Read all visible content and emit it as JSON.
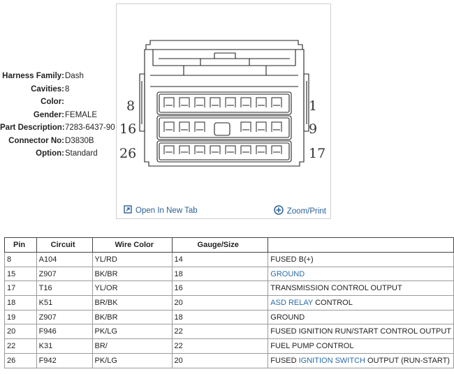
{
  "info": [
    {
      "label": "Harness Family:",
      "value": "Dash"
    },
    {
      "label": "Cavities:",
      "value": "8"
    },
    {
      "label": "Color:",
      "value": ""
    },
    {
      "label": "Gender:",
      "value": "FEMALE"
    },
    {
      "label": "Part Description:",
      "value": "7283-6437-90"
    },
    {
      "label": "Connector No:",
      "value": "D3830B"
    },
    {
      "label": "Option:",
      "value": "Standard"
    }
  ],
  "viewer": {
    "pin_labels": {
      "tl": "8",
      "ml": "16",
      "bl": "26",
      "tr": "1",
      "mr": "9",
      "br": "17"
    },
    "open_tab_label": "Open In New Tab",
    "zoom_label": "Zoom/Print",
    "icons": {
      "open": "open-new-tab-icon",
      "zoom": "zoom-plus-icon"
    }
  },
  "table": {
    "headers": [
      "Pin",
      "Circuit",
      "Wire Color",
      "Gauge/Size",
      ""
    ],
    "rows": [
      {
        "pin": "8",
        "circuit": "A104",
        "wire": "YL/RD",
        "gauge": "14",
        "desc": [
          {
            "t": "FUSED B(+)"
          }
        ]
      },
      {
        "pin": "15",
        "circuit": "Z907",
        "wire": "BK/BR",
        "gauge": "18",
        "desc": [
          {
            "t": "GROUND",
            "link": true
          }
        ]
      },
      {
        "pin": "17",
        "circuit": "T16",
        "wire": "YL/OR",
        "gauge": "16",
        "desc": [
          {
            "t": "TRANSMISSION CONTROL OUTPUT"
          }
        ]
      },
      {
        "pin": "18",
        "circuit": "K51",
        "wire": "BR/BK",
        "gauge": "20",
        "desc": [
          {
            "t": "ASD RELAY",
            "link": true
          },
          {
            "t": " CONTROL"
          }
        ]
      },
      {
        "pin": "19",
        "circuit": "Z907",
        "wire": "BK/BR",
        "gauge": "18",
        "desc": [
          {
            "t": "GROUND"
          }
        ]
      },
      {
        "pin": "20",
        "circuit": "F946",
        "wire": "PK/LG",
        "gauge": "22",
        "desc": [
          {
            "t": "FUSED IGNITION RUN/START CONTROL OUTPUT"
          }
        ]
      },
      {
        "pin": "22",
        "circuit": "K31",
        "wire": "BR/",
        "gauge": "22",
        "desc": [
          {
            "t": "FUEL PUMP CONTROL"
          }
        ]
      },
      {
        "pin": "26",
        "circuit": "F942",
        "wire": "PK/LG",
        "gauge": "20",
        "desc": [
          {
            "t": "FUSED "
          },
          {
            "t": "IGNITION SWITCH",
            "link": true
          },
          {
            "t": " OUTPUT (RUN-START)"
          }
        ]
      }
    ]
  },
  "colors": {
    "link": "#2a6ca8",
    "toolbar": "#2a5f96"
  }
}
